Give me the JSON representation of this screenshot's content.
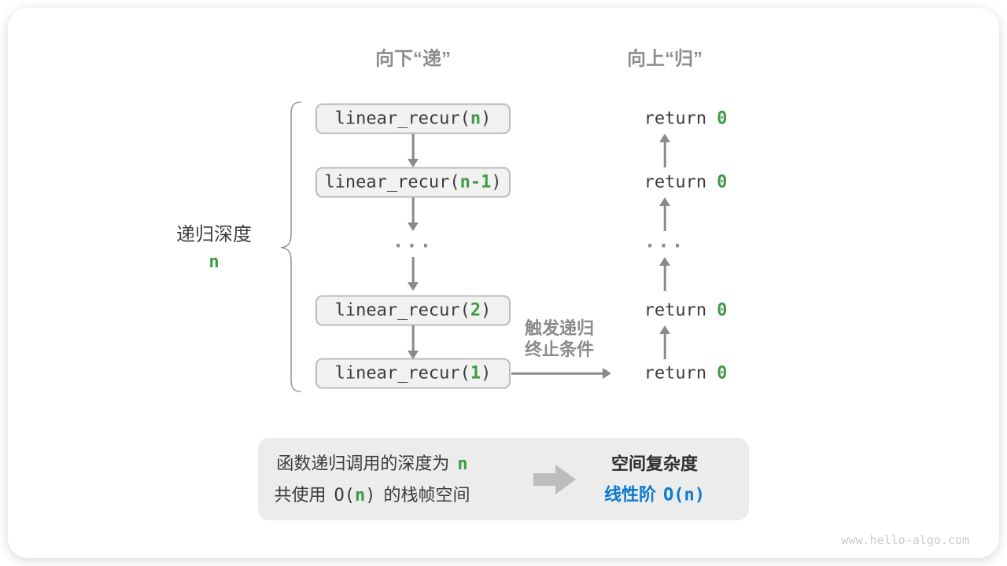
{
  "colors": {
    "green": "#3f9b43",
    "blue": "#0b7ad1",
    "arrow_gray": "#8a8a8a"
  },
  "diagram": {
    "headers": {
      "downward": "向下“递”",
      "upward": "向上“归”"
    },
    "depth_label": {
      "text": "递归深度",
      "value": "n"
    },
    "call_stack": [
      {
        "prefix": "linear_recur(",
        "arg": "n",
        "suffix": ")"
      },
      {
        "prefix": "linear_recur(",
        "arg": "n-1",
        "suffix": ")"
      },
      {
        "prefix": "linear_recur(",
        "arg": "2",
        "suffix": ")"
      },
      {
        "prefix": "linear_recur(",
        "arg": "1",
        "suffix": ")"
      }
    ],
    "ellipsis_left": "...",
    "ellipsis_right": "...",
    "returns": [
      {
        "keyword": "return",
        "value": "0"
      },
      {
        "keyword": "return",
        "value": "0"
      },
      {
        "keyword": "return",
        "value": "0"
      },
      {
        "keyword": "return",
        "value": "0"
      }
    ],
    "trigger_label": {
      "line1": "触发递归",
      "line2": "终止条件"
    }
  },
  "summary": {
    "line1": {
      "text": "函数递归调用的深度为",
      "var": "n"
    },
    "line2": {
      "pre": "共使用",
      "code_open": "O(",
      "var": "n",
      "code_close": ")",
      "post": "的栈帧空间"
    },
    "result_title": "空间复杂度",
    "result": {
      "label": "线性阶",
      "code": "O(n)"
    }
  },
  "footer": {
    "site": "www.hello-algo.com"
  }
}
